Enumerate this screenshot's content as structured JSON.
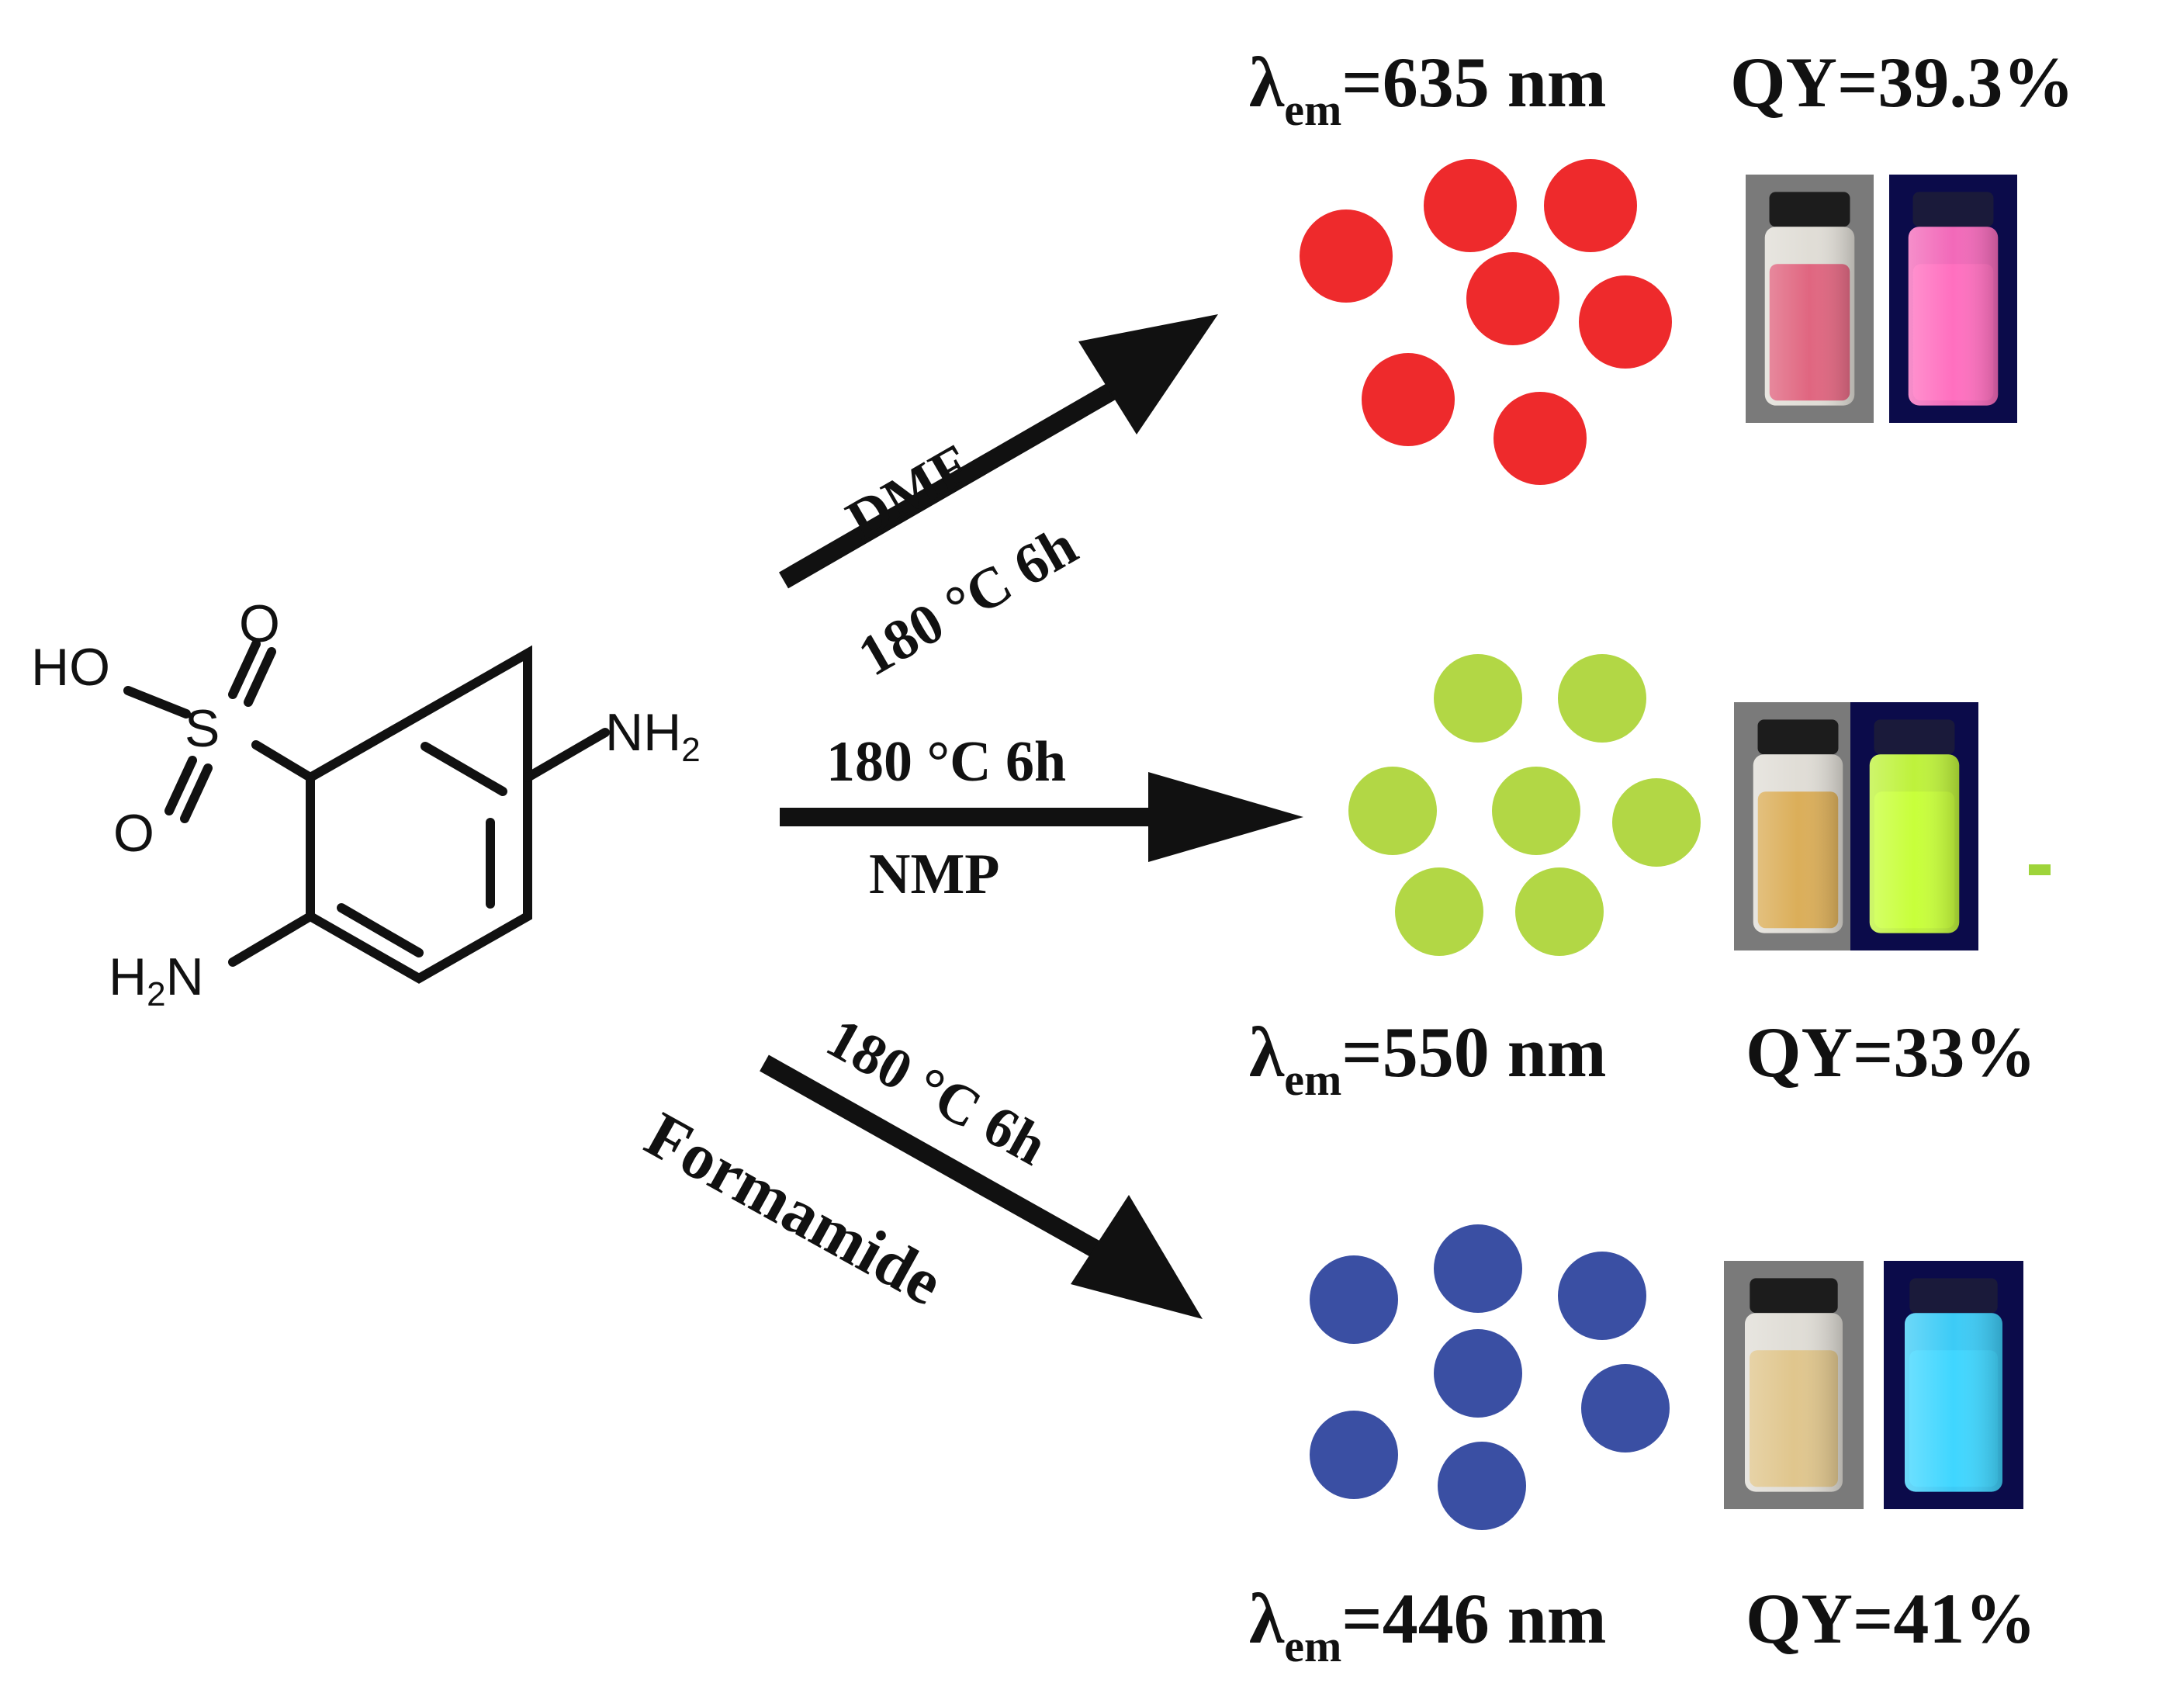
{
  "molecule": {
    "name": "",
    "atoms": {
      "sulfonic_oh": "HO",
      "sulfur": "S",
      "oxygen_top": "O",
      "oxygen_bottom": "O",
      "amine_top": "NH",
      "amine_top_sub": "2",
      "amine_bottom_prefix": "H",
      "amine_bottom_sub": "2",
      "amine_bottom_suffix": "N"
    }
  },
  "routes": [
    {
      "id": "dmf",
      "solvent": "DMF",
      "condition": "180 °C 6h",
      "emission_prefix": "λ",
      "emission_sub": "em",
      "emission_value": "=635 nm",
      "qy": "QY=39.3%",
      "dot_color": "#ee2a2c",
      "daylight_liquid": "#e0486a",
      "uv_glow": "#ff6fbf"
    },
    {
      "id": "nmp",
      "solvent": "NMP",
      "condition": "180 °C 6h",
      "emission_prefix": "λ",
      "emission_sub": "em",
      "emission_value": "=550 nm",
      "qy": "QY=33%",
      "dot_color": "#b2d745",
      "daylight_liquid": "#d9a23a",
      "uv_glow": "#c8ff3a"
    },
    {
      "id": "formamide",
      "solvent": "Formamide",
      "condition": "180 °C 6h",
      "emission_prefix": "λ",
      "emission_sub": "em",
      "emission_value": "=446 nm",
      "qy": "QY=41%",
      "dot_color": "#3a4fa3",
      "daylight_liquid": "#e0c07a",
      "uv_glow": "#3fd6ff"
    }
  ]
}
